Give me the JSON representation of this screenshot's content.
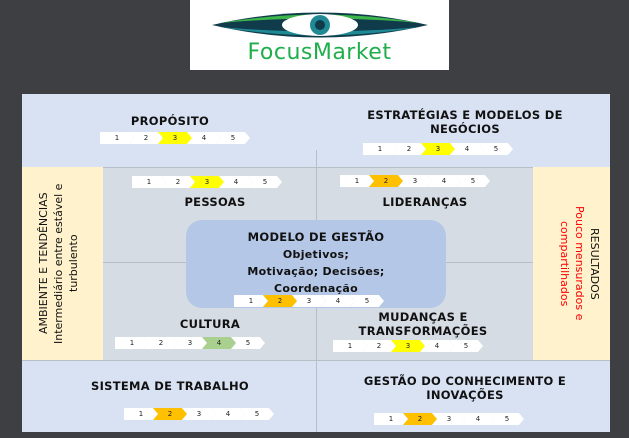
{
  "logo": {
    "name": "FocusMarket",
    "icon": "eye-icon"
  },
  "colors": {
    "yellow": "#ffff00",
    "orange": "#ffc000",
    "green": "#a9d08e",
    "band": "#d9e2f3",
    "middle": "#d6dce4",
    "side": "#fff2cc",
    "center": "#b4c7e7",
    "red_text": "#ff0000"
  },
  "scale": [
    "1",
    "2",
    "3",
    "4",
    "5"
  ],
  "left_panel": {
    "title": "AMBIENTE E TENDÊNCIAS",
    "value": "Intermediário entre estável e turbulento"
  },
  "right_panel": {
    "title": "RESULTADOS",
    "value": "Pouco mensurados e compartilhados"
  },
  "center": {
    "title": "MODELO DE GESTÃO",
    "lines": [
      "Objetivos;",
      "Motivação; Decisões;",
      "Coordenação"
    ],
    "level": 2,
    "color": "orange"
  },
  "dimensions": {
    "proposito": {
      "title": "PROPÓSITO",
      "level": 3,
      "color": "yellow"
    },
    "estrategias": {
      "title": "ESTRATÉGIAS E MODELOS DE NEGÓCIOS",
      "level": 3,
      "color": "yellow"
    },
    "pessoas": {
      "title": "PESSOAS",
      "level": 3,
      "color": "yellow"
    },
    "liderancas": {
      "title": "LIDERANÇAS",
      "level": 2,
      "color": "orange"
    },
    "cultura": {
      "title": "CULTURA",
      "level": 4,
      "color": "green"
    },
    "mudancas": {
      "title": "MUDANÇAS E TRANSFORMAÇÕES",
      "level": 3,
      "color": "yellow"
    },
    "sistema": {
      "title": "SISTEMA DE TRABALHO",
      "level": 2,
      "color": "orange"
    },
    "conhecimento": {
      "title": "GESTÃO DO CONHECIMENTO E INOVAÇÕES",
      "level": 2,
      "color": "orange"
    }
  }
}
